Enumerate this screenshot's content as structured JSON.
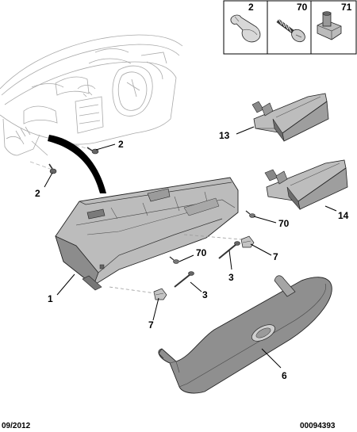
{
  "callouts": {
    "top_box": [
      "2",
      "70",
      "71"
    ],
    "screw_left_top": "2",
    "screw_left_bottom": "2",
    "holder_upper": "13",
    "holder_lower": "14",
    "clip_upper": "70",
    "clip_lower": "70",
    "hinge_right": "7",
    "hinge_left": "7",
    "bolt_right": "3",
    "bolt_left": "3",
    "glovebox": "1",
    "lid": "6"
  },
  "footer": {
    "date": "09/2012",
    "reference": "00094393"
  }
}
